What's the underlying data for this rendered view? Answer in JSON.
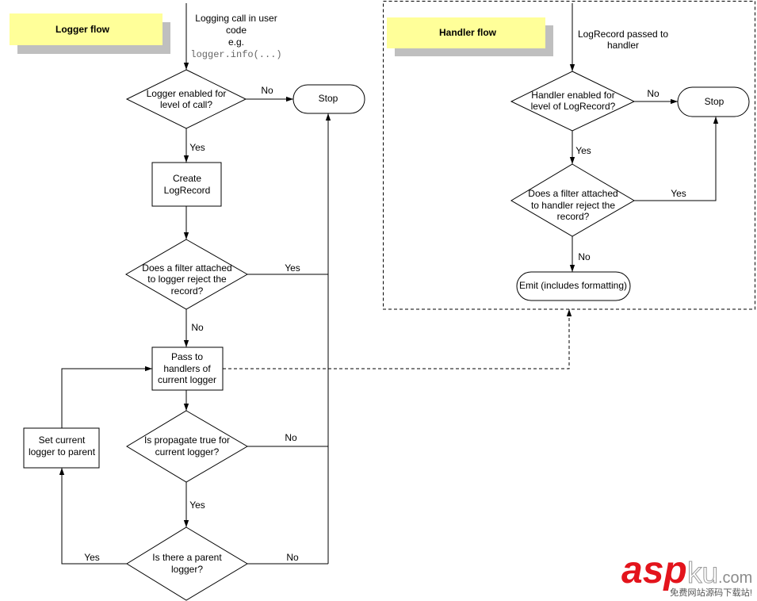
{
  "logger_flow": {
    "title": "Logger flow",
    "entry_note": {
      "lines": [
        "Logging call in user",
        "code",
        "e.g."
      ],
      "code": "logger.info(...)"
    },
    "nodes": {
      "logger_enabled": {
        "lines": [
          "Logger enabled for",
          "level of call?"
        ]
      },
      "stop": {
        "label": "Stop"
      },
      "create_logrecord": {
        "lines": [
          "Create",
          "LogRecord"
        ]
      },
      "logger_filter": {
        "lines": [
          "Does a filter attached",
          "to logger reject the",
          "record?"
        ]
      },
      "pass_to_handlers": {
        "lines": [
          "Pass to",
          "handlers of",
          "current logger"
        ]
      },
      "propagate": {
        "lines": [
          "Is propagate true for",
          "current logger?"
        ]
      },
      "has_parent": {
        "lines": [
          "Is there a parent",
          "logger?"
        ]
      },
      "set_parent": {
        "lines": [
          "Set current",
          "logger to parent"
        ]
      }
    },
    "edges": {
      "enabled_no": "No",
      "enabled_yes": "Yes",
      "filter_yes": "Yes",
      "filter_no": "No",
      "propagate_no": "No",
      "propagate_yes": "Yes",
      "parent_no": "No",
      "parent_yes": "Yes"
    }
  },
  "handler_flow": {
    "title": "Handler flow",
    "entry_note": {
      "lines": [
        "LogRecord passed to",
        "handler"
      ]
    },
    "nodes": {
      "handler_enabled": {
        "lines": [
          "Handler enabled for",
          "level of LogRecord?"
        ]
      },
      "stop": {
        "label": "Stop"
      },
      "handler_filter": {
        "lines": [
          "Does a filter attached",
          "to handler reject the",
          "record?"
        ]
      },
      "emit": {
        "label": "Emit (includes formatting)"
      }
    },
    "edges": {
      "enabled_no": "No",
      "enabled_yes": "Yes",
      "filter_yes": "Yes",
      "filter_no": "No"
    }
  },
  "watermark": {
    "brand_part1": "asp",
    "brand_part2": "ku",
    "brand_part3": ".com",
    "tagline": "免费网站源码下载站!"
  },
  "colors": {
    "label_fill": "#ffff99",
    "label_shadow": "#bfbfbf",
    "code_text": "#666666",
    "watermark_red": "#e3141c",
    "watermark_outline": "#9a9a9a",
    "watermark_gray": "#8c8c8c",
    "watermark_tagline": "#555555"
  }
}
